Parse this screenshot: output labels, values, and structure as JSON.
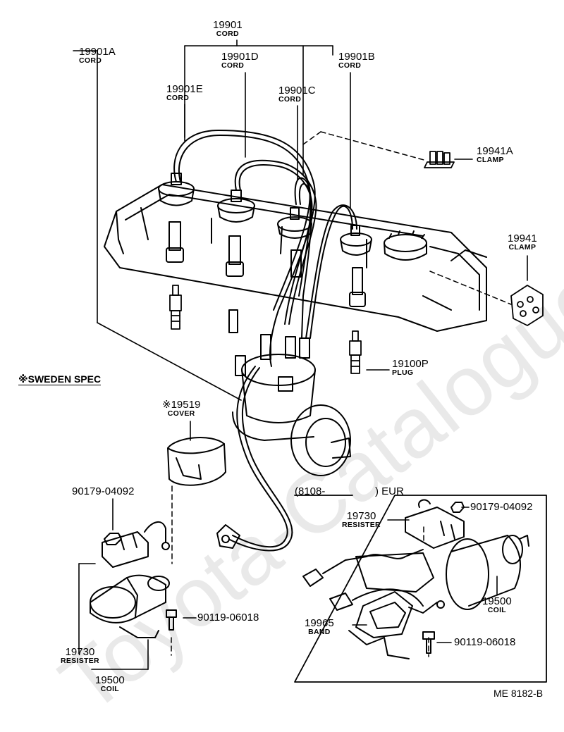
{
  "labels": {
    "cord_main": {
      "number": "19901",
      "name": "CORD"
    },
    "cord_a": {
      "number": "19901A",
      "name": "CORD"
    },
    "cord_d": {
      "number": "19901D",
      "name": "CORD"
    },
    "cord_b": {
      "number": "19901B",
      "name": "CORD"
    },
    "cord_e": {
      "number": "19901E",
      "name": "CORD"
    },
    "cord_c": {
      "number": "19901C",
      "name": "CORD"
    },
    "clamp_a": {
      "number": "19941A",
      "name": "CLAMP"
    },
    "clamp": {
      "number": "19941",
      "name": "CLAMP"
    },
    "plug": {
      "number": "19100P",
      "name": "PLUG"
    },
    "cover": {
      "number": "※19519",
      "name": "COVER"
    },
    "sweden_spec": "※SWEDEN SPEC",
    "bolt_left": "90179-04092",
    "screw_left": "90119-06018",
    "resister_left": {
      "number": "19730",
      "name": "RESISTER"
    },
    "coil_left": {
      "number": "19500",
      "name": "COIL"
    },
    "eur_range": "(8108-",
    "eur_suffix": ") EUR",
    "resister_right": {
      "number": "19730",
      "name": "RESISTER"
    },
    "bolt_right": "90179-04092",
    "coil_right": {
      "number": "19500",
      "name": "COIL"
    },
    "band": {
      "number": "19965",
      "name": "BAND"
    },
    "screw_right": "90119-06018",
    "ref_code": "ME 8182-B"
  },
  "watermark": "Toyota-Catalogue.ru",
  "colors": {
    "line": "#000000",
    "background": "#ffffff",
    "watermark": "#e9e9e9"
  }
}
